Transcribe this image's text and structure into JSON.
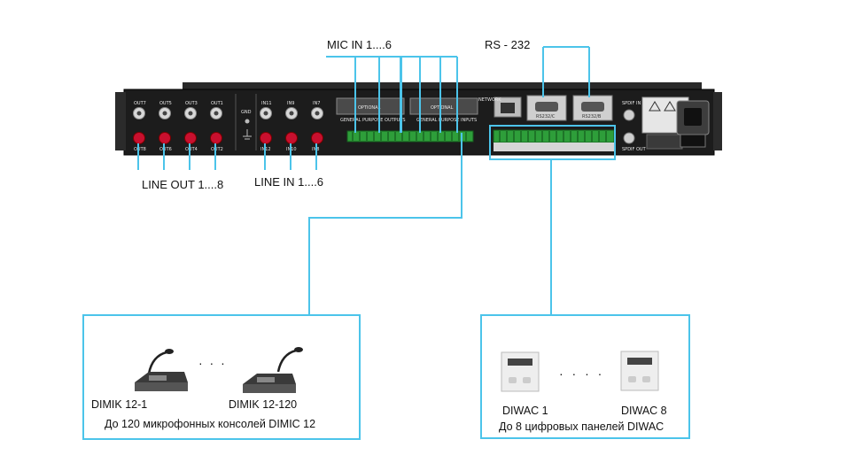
{
  "labels": {
    "mic_in": "MIC IN 1....6",
    "rs232": "RS - 232",
    "line_out": "LINE OUT 1....8",
    "line_in": "LINE IN 1....6"
  },
  "device": {
    "out_top": [
      "OUT7",
      "OUT5",
      "OUT3",
      "OUT1"
    ],
    "out_bottom": [
      "OUT8",
      "OUT6",
      "OUT4",
      "OUT2"
    ],
    "in_top": [
      "IN11",
      "IN9",
      "IN7"
    ],
    "in_bottom": [
      "IN12",
      "IN10",
      "IN8"
    ],
    "gnd": "GND",
    "optional_1": "OPTIONAL",
    "optional_2": "OPTIONAL",
    "gp_outputs": "GENERAL PURPOSE OUTPUTS",
    "gp_inputs": "GENERAL PURPOSE INPUTS",
    "network": "NETWORK",
    "rs232_c": "RS232/C",
    "rs232_b": "RS232/B",
    "spdif_in": "SPDIF IN",
    "spdif_out": "SPDIF OUT"
  },
  "mics": {
    "first_label": "DIMIK 12-1",
    "last_label": "DIMIK 12-120",
    "caption": "До 120 микрофонных консолей DIMIC 12",
    "ellipsis": "· · ·"
  },
  "panels": {
    "first_label": "DIWAC 1",
    "last_label": "DIWAC 8",
    "caption": "До 8 цифровых панелей DIWAC",
    "ellipsis": "· · · ·"
  },
  "colors": {
    "line": "#4cc4ea",
    "device_body": "#1c1c1c",
    "terminal": "#2e9e3a",
    "rca_red": "#c8102e"
  }
}
